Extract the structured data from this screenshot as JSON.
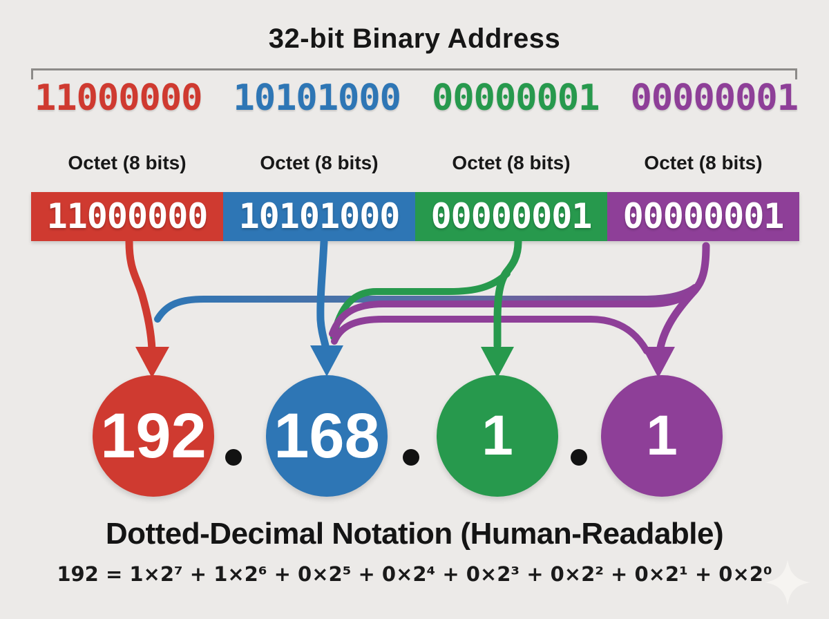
{
  "title": "32-bit Binary Address",
  "octet_label": "Octet (8 bits)",
  "octets": [
    {
      "bits": "11000000",
      "decimal": "192",
      "color": "red"
    },
    {
      "bits": "10101000",
      "decimal": "168",
      "color": "blue"
    },
    {
      "bits": "00000001",
      "decimal": "1",
      "color": "green"
    },
    {
      "bits": "00000001",
      "decimal": "1",
      "color": "purple"
    }
  ],
  "caption": "Dotted-Decimal Notation (Human-Readable)",
  "formula": "192 = 1×2⁷ + 1×2⁶ + 0×2⁵ + 0×2⁴ + 0×2³ + 0×2² + 0×2¹ + 0×2⁰",
  "colors": {
    "red": "#cf3a30",
    "blue": "#2e76b5",
    "green": "#27994d",
    "purple": "#8e3f98",
    "background": "#eceae8",
    "text": "#161616",
    "bracket": "#8c8a88",
    "dot": "#121212",
    "watermark": "#f6f4f1"
  }
}
